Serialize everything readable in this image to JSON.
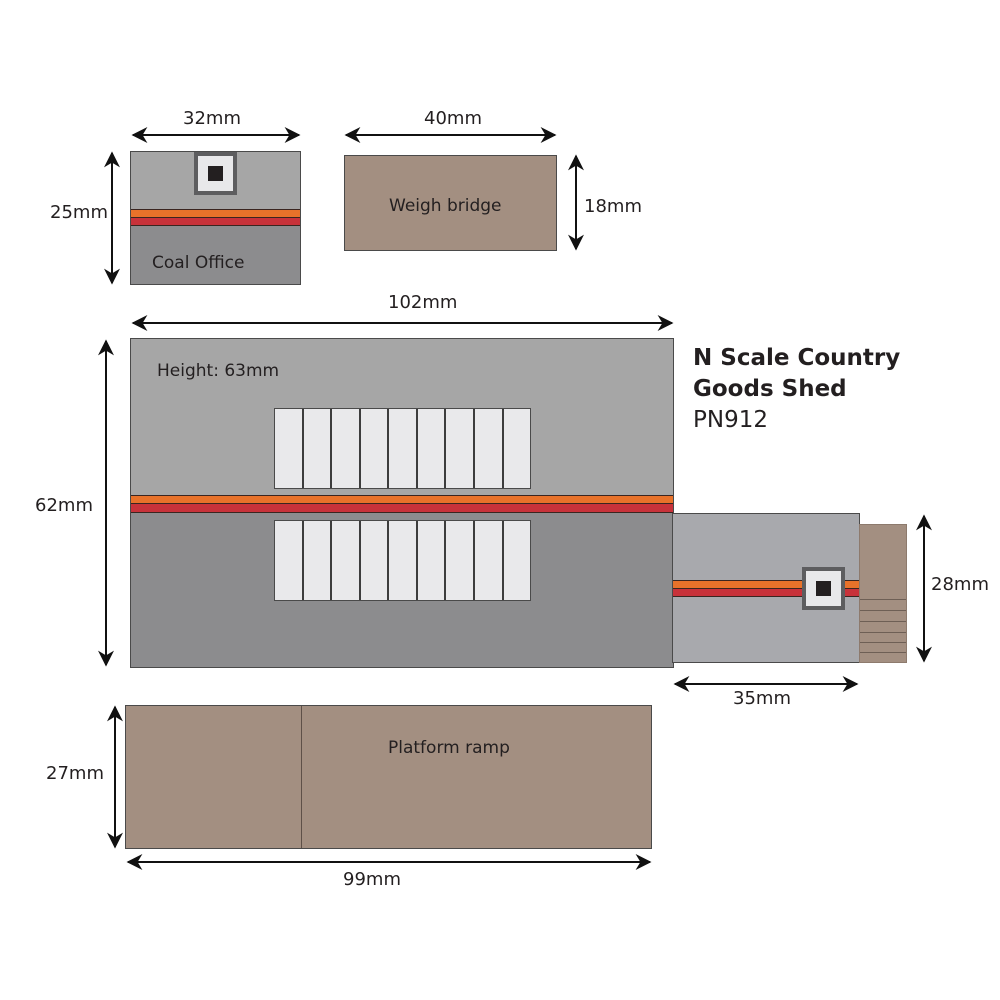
{
  "title": {
    "line1": "N Scale Country",
    "line2": "Goods Shed",
    "code": "PN912"
  },
  "colors": {
    "roof_light": "#a6a6a6",
    "wall_dark": "#8c8c8e",
    "extension": "#a8a9ad",
    "brown": "#a38f81",
    "band_orange": "#e8722a",
    "band_red": "#c8323a",
    "door_panel": "#e9e9eb"
  },
  "pieces": {
    "coal_office": {
      "label": "Coal Office",
      "width_label": "32mm",
      "height_label": "25mm"
    },
    "weigh_bridge": {
      "label": "Weigh bridge",
      "width_label": "40mm",
      "height_label": "18mm"
    },
    "goods_shed": {
      "height_note": "Height: 63mm",
      "width_label": "102mm",
      "depth_label": "62mm",
      "door_panels_per_group": 9
    },
    "extension": {
      "width_label": "35mm",
      "height_label": "28mm",
      "step_count": 6
    },
    "platform_ramp": {
      "label": "Platform ramp",
      "width_label": "99mm",
      "height_label": "27mm"
    }
  }
}
